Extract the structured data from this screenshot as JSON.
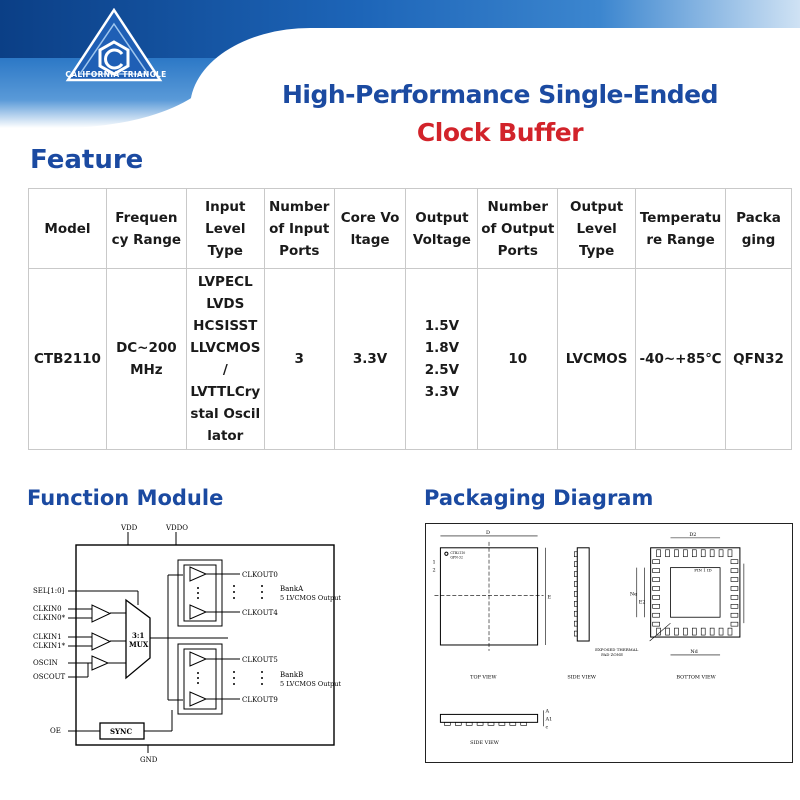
{
  "brand": {
    "logo_text": "CALIFORNIA TRIANGLE"
  },
  "title": {
    "line1": "High-Performance Single-Ended",
    "line2": "Clock Buffer",
    "line1_color": "#1b4aa1",
    "line2_color": "#d2232a"
  },
  "sections": {
    "feature": "Feature",
    "function_module": "Function Module",
    "packaging_diagram": "Packaging Diagram"
  },
  "table": {
    "headers": [
      [
        "Model"
      ],
      [
        "Frequen",
        "cy Range"
      ],
      [
        "Input",
        "Level",
        "Type"
      ],
      [
        "Number",
        "of Input",
        "Ports"
      ],
      [
        "Core Vo",
        "ltage"
      ],
      [
        "Output",
        "Voltage"
      ],
      [
        "Number",
        "of Output",
        "Ports"
      ],
      [
        "Output",
        "Level",
        "Type"
      ],
      [
        "Temperatu",
        "re Range"
      ],
      [
        "Packa",
        "ging"
      ]
    ],
    "row": [
      [
        "CTB2110"
      ],
      [
        "DC~200",
        "MHz"
      ],
      [
        "LVPECL",
        "LVDS",
        "HCSISST",
        "LLVCMOS",
        "/",
        "LVTTLCry",
        "stal Oscil",
        "lator"
      ],
      [
        "3"
      ],
      [
        "3.3V"
      ],
      [
        "1.5V",
        "1.8V",
        "2.5V",
        "3.3V"
      ],
      [
        "10"
      ],
      [
        "LVCMOS"
      ],
      [
        "-40~+85℃"
      ],
      [
        "QFN32"
      ]
    ]
  },
  "function_diagram": {
    "vdd": "VDD",
    "vddo": "VDDO",
    "gnd": "GND",
    "sel": "SEL[1:0]",
    "clkin0": "CLKIN0",
    "clkin0n": "CLKIN0*",
    "clkin1": "CLKIN1",
    "clkin1n": "CLKIN1*",
    "oscin": "OSCIN",
    "oscout": "OSCOUT",
    "oe": "OE",
    "mux_line1": "3:1",
    "mux_line2": "MUX",
    "sync": "SYNC",
    "clkout0": "CLKOUT0",
    "clkout4": "CLKOUT4",
    "clkout5": "CLKOUT5",
    "clkout9": "CLKOUT9",
    "banka": "BankA",
    "banka_desc": "5 LVCMOS Output",
    "bankb": "BankB",
    "bankb_desc": "5 LVCMOS Output"
  },
  "packaging_diagram": {
    "top_view": "TOP VIEW",
    "side_view": "SIDE VIEW",
    "bottom_view": "BOTTOM VIEW",
    "side_view_2": "SIDE VIEW",
    "dim_d": "D",
    "dim_e": "E",
    "dim_d2": "D2",
    "dim_e2": "E2",
    "dim_ne": "Ne",
    "dim_nd": "Nd",
    "pin1_id": "PIN 1 ID",
    "exposed_pad_line1": "EXPOSED THERMAL",
    "exposed_pad_line2": "PAD ZONE",
    "top_mark_line1": "CTB2110",
    "top_mark_line2": "QFN-32",
    "pin_num_1": "1",
    "pin_num_2": "2",
    "dim_a": "A",
    "dim_a1": "A1",
    "dim_c": "c"
  }
}
